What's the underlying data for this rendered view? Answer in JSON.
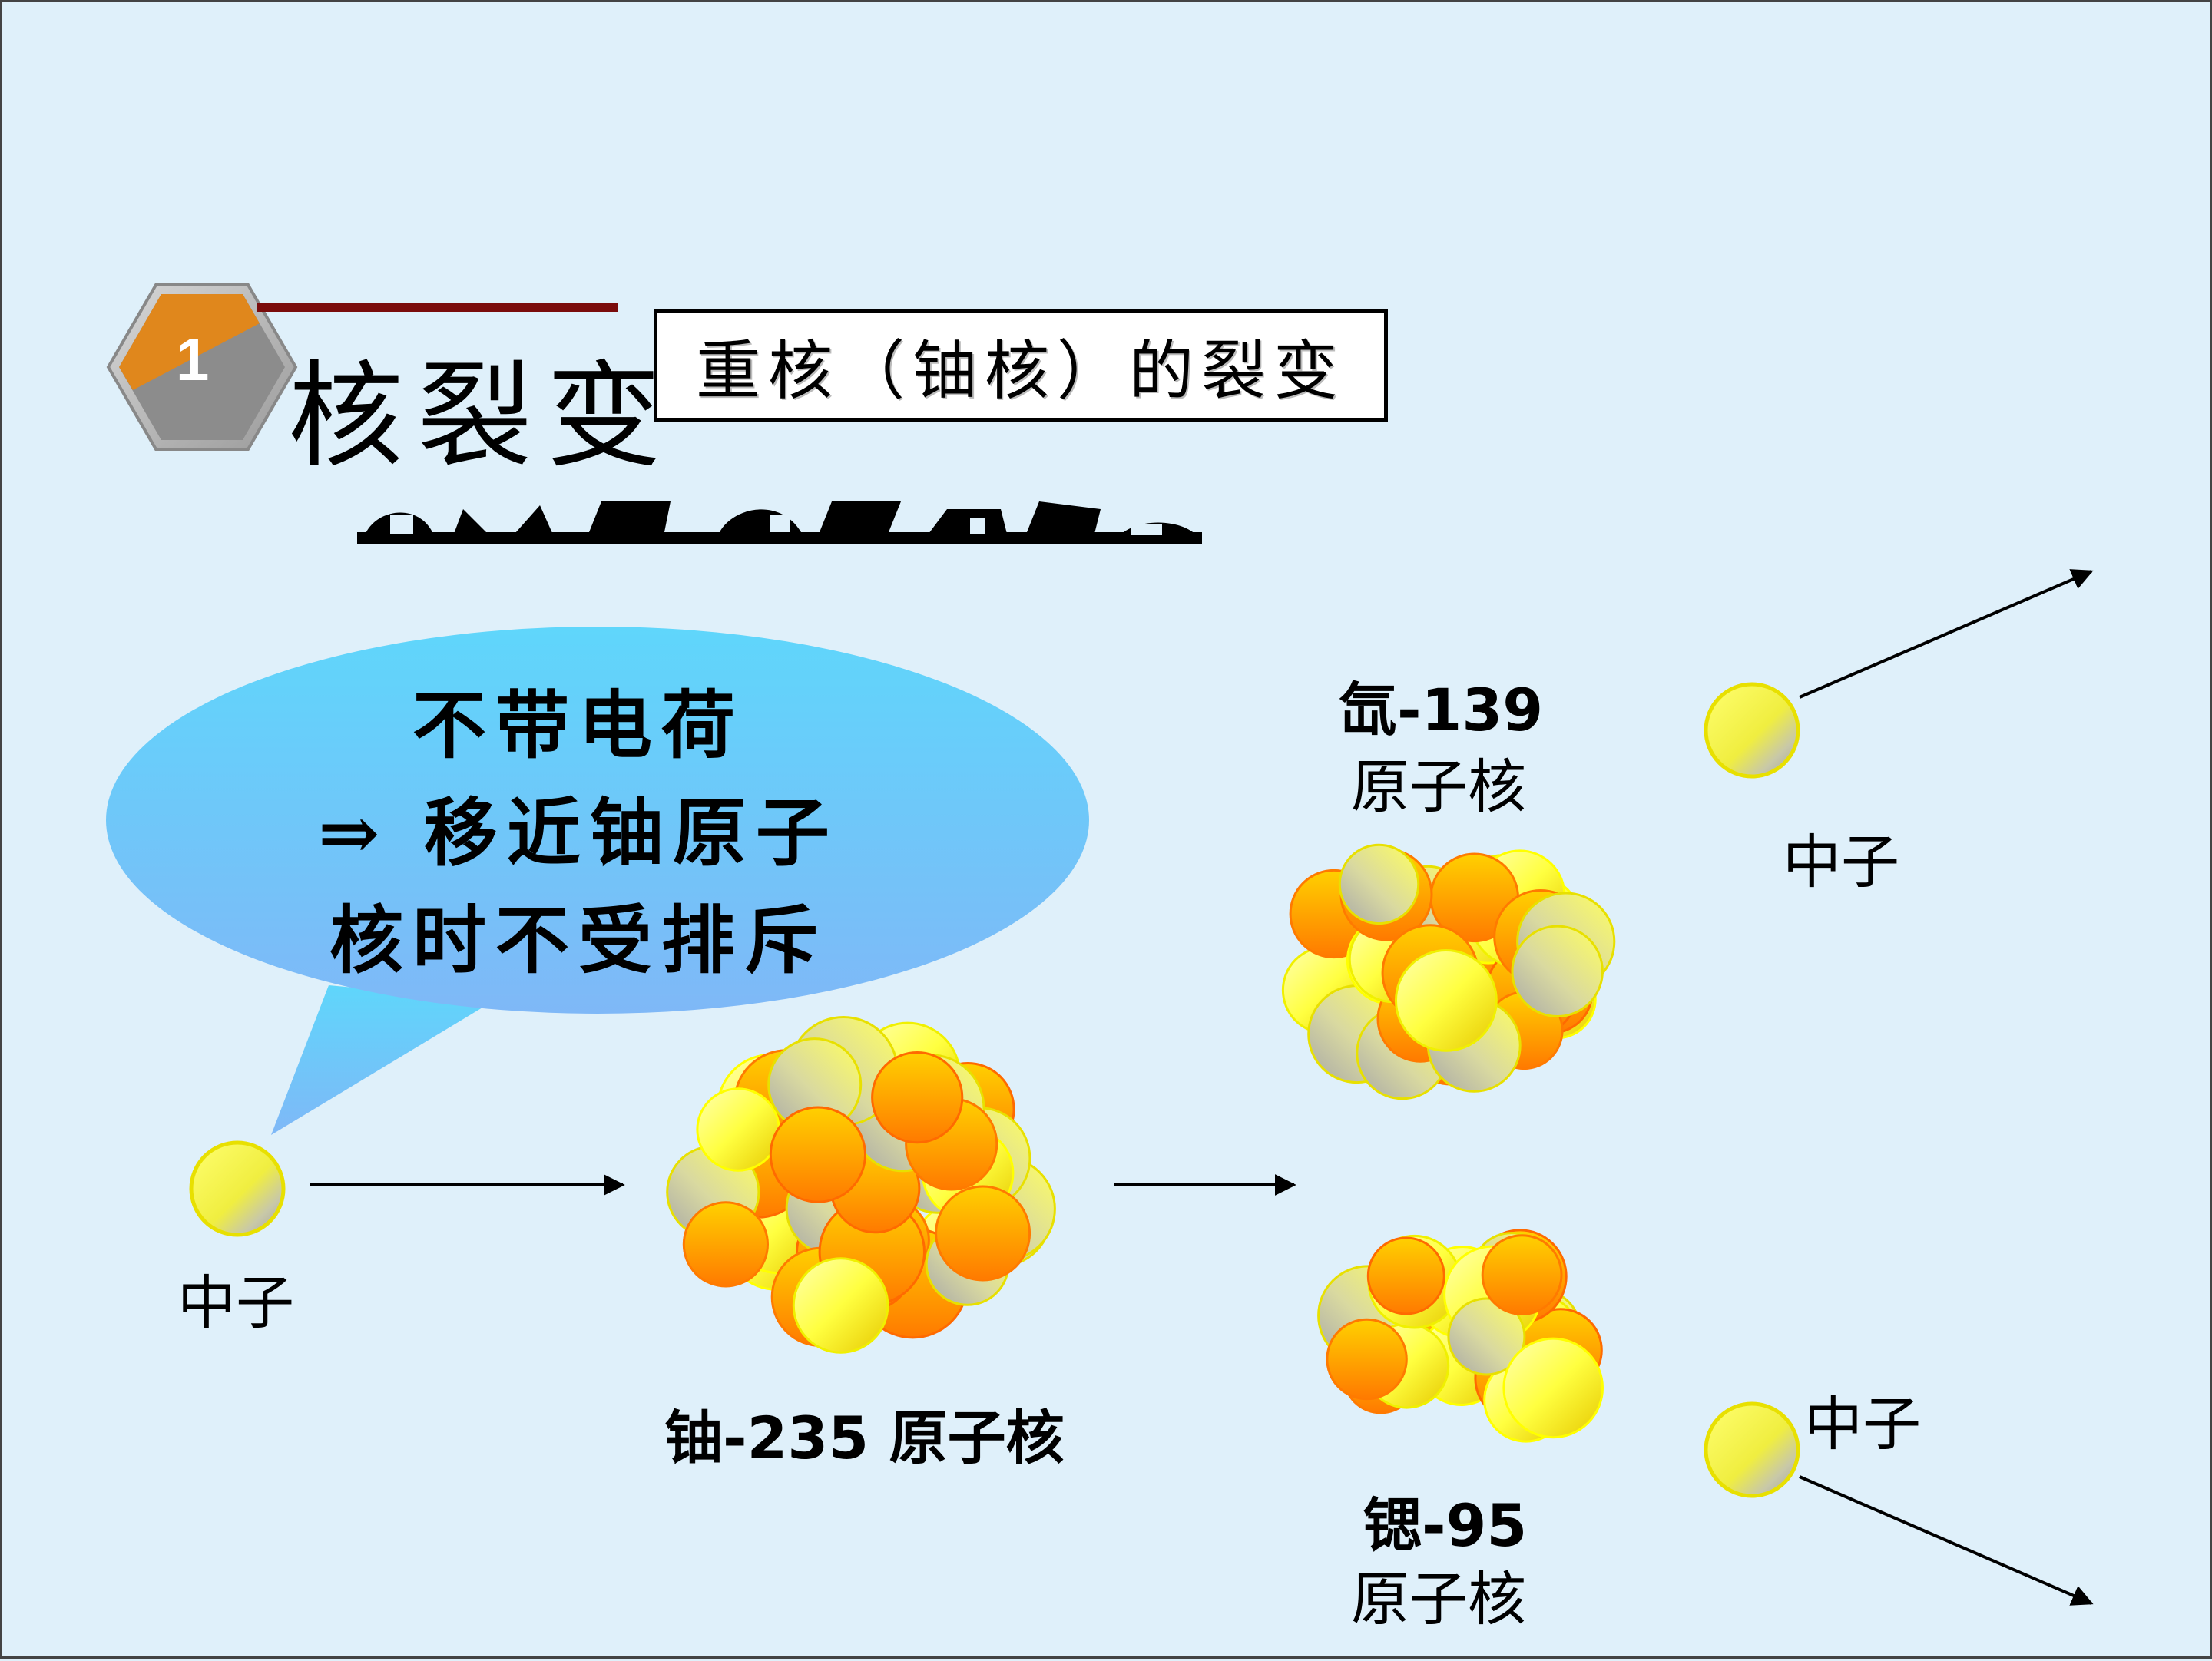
{
  "section": {
    "number": "1",
    "title": "核裂变"
  },
  "subtitle": "重核（铀核）的裂变",
  "bubble": {
    "lines": [
      "不带电荷",
      "⇒ 移近铀原子",
      "核时不受排斥"
    ]
  },
  "labels": {
    "neutron_in": "中子",
    "uranium": "铀-235 原子核",
    "xenon_line1": "氙-139",
    "xenon_line2": "原子核",
    "neutron_top": "中子",
    "strontium_line1": "锶-95",
    "strontium_line2": "原子核",
    "neutron_bottom": "中子"
  },
  "colors": {
    "background": "#dff0fa",
    "title_rule": "#7a0c0c",
    "hex_orange": "#e0871c",
    "hex_gray": "#8c8c8c",
    "bubble_top": "#5fd6fb",
    "bubble_bottom": "#7fb8f7",
    "particle_orange": "#ff8c00",
    "particle_yellow": "#ffff33",
    "particle_gray": "#b4b4b4"
  }
}
